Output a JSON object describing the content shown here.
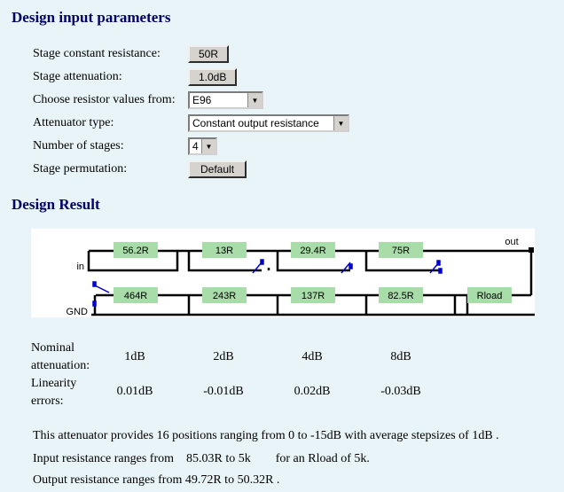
{
  "params": {
    "title": "Design input parameters",
    "rows": [
      {
        "label": "Stage constant resistance:",
        "value": "50R"
      },
      {
        "label": "Stage attenuation:",
        "value": "1.0dB"
      },
      {
        "label": "Choose resistor values from:",
        "value": "E96"
      },
      {
        "label": "Attenuator type:",
        "value": "Constant output resistance"
      },
      {
        "label": "Number of stages:",
        "value": "4"
      },
      {
        "label": "Stage permutation:",
        "value": "Default"
      }
    ]
  },
  "result": {
    "title": "Design Result",
    "circuit": {
      "in_label": "in",
      "out_label": "out",
      "gnd_label": "GND",
      "series": [
        "56.2R",
        "13R",
        "29.4R",
        "75R"
      ],
      "shunt": [
        "464R",
        "243R",
        "137R",
        "82.5R"
      ],
      "load": "Rload"
    },
    "table": {
      "nominal_label": "Nominal attenuation:",
      "linearity_label": "Linearity errors:",
      "nominal": [
        "1dB",
        "2dB",
        "4dB",
        "8dB"
      ],
      "linearity": [
        "0.01dB",
        "-0.01dB",
        "0.02dB",
        "-0.03dB"
      ]
    },
    "info": [
      "This attenuator provides 16 positions ranging from 0 to -15dB with average stepsizes of 1dB .",
      "Input resistance ranges from    85.03R to 5k        for an Rload of 5k.",
      "Output resistance ranges from 49.72R to 50.32R ."
    ]
  },
  "colors": {
    "accent": "#000066",
    "resistor": "#a8dca8",
    "wire": "#000000",
    "switch": "#0000cc"
  }
}
